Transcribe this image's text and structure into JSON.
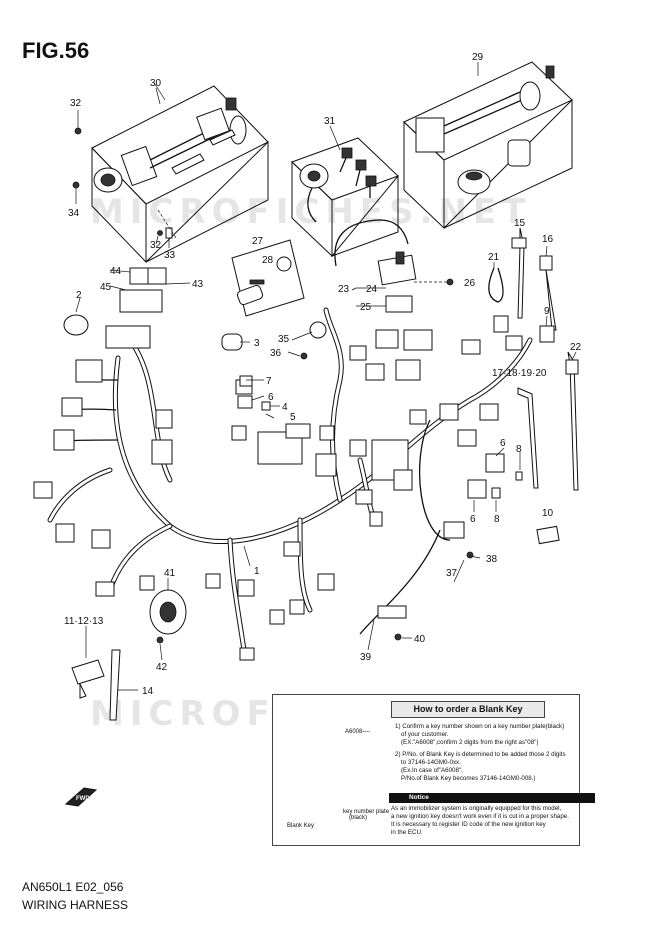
{
  "figure": {
    "title": "FIG.56"
  },
  "footer": {
    "code": "AN650L1 E02_056",
    "name": "WIRING HARNESS"
  },
  "watermark": {
    "text": "MICROFICHES.NET"
  },
  "callouts": [
    {
      "id": "c29",
      "text": "29"
    },
    {
      "id": "c30",
      "text": "30"
    },
    {
      "id": "c31",
      "text": "31"
    },
    {
      "id": "c32a",
      "text": "32"
    },
    {
      "id": "c32b",
      "text": "32"
    },
    {
      "id": "c33",
      "text": "33"
    },
    {
      "id": "c34",
      "text": "34"
    },
    {
      "id": "c15",
      "text": "15"
    },
    {
      "id": "c16",
      "text": "16"
    },
    {
      "id": "c21",
      "text": "21"
    },
    {
      "id": "c27",
      "text": "27"
    },
    {
      "id": "c28",
      "text": "28"
    },
    {
      "id": "c23",
      "text": "23"
    },
    {
      "id": "c24",
      "text": "24"
    },
    {
      "id": "c25",
      "text": "25"
    },
    {
      "id": "c26",
      "text": "26"
    },
    {
      "id": "c44",
      "text": "44"
    },
    {
      "id": "c45",
      "text": "45"
    },
    {
      "id": "c43",
      "text": "43"
    },
    {
      "id": "c2",
      "text": "2"
    },
    {
      "id": "c3",
      "text": "3"
    },
    {
      "id": "c35",
      "text": "35"
    },
    {
      "id": "c36",
      "text": "36"
    },
    {
      "id": "c9",
      "text": "9"
    },
    {
      "id": "c22",
      "text": "22"
    },
    {
      "id": "c7",
      "text": "7"
    },
    {
      "id": "c6a",
      "text": "6"
    },
    {
      "id": "c4",
      "text": "4"
    },
    {
      "id": "c5",
      "text": "5"
    },
    {
      "id": "c17",
      "text": "17·18·19·20"
    },
    {
      "id": "c6b",
      "text": "6"
    },
    {
      "id": "c8a",
      "text": "8"
    },
    {
      "id": "c6c",
      "text": "6"
    },
    {
      "id": "c8b",
      "text": "8"
    },
    {
      "id": "c10",
      "text": "10"
    },
    {
      "id": "c37",
      "text": "37"
    },
    {
      "id": "c38",
      "text": "38"
    },
    {
      "id": "c1",
      "text": "1"
    },
    {
      "id": "c41",
      "text": "41"
    },
    {
      "id": "c11",
      "text": "11·12·13"
    },
    {
      "id": "c40",
      "text": "40"
    },
    {
      "id": "c39",
      "text": "39"
    },
    {
      "id": "c42",
      "text": "42"
    },
    {
      "id": "c14",
      "text": "14"
    }
  ],
  "blank_key_box": {
    "title": "How to order a Blank Key",
    "step1": [
      "1) Confirm a key number shown on a key number plate(black)",
      "of your customer.",
      "(EX.\"A6008\",confirm 2 digits from the right as\"08\")"
    ],
    "step2": [
      "2) P/No. of Blank Key is determined to be added those 2 digits",
      "to 37146-14GM0-0xx.",
      "(Ex.In case of\"A6008\",",
      "P/No.of Blank Key becomes 37146-14GM0-008.)"
    ],
    "notice_label": "Notice",
    "notice": [
      "As an immobilizer system is originally equipped for this model,",
      "a new ignition key doesn't work even if it is cut in a proper shape.",
      "It is necessary to register ID code of the new ignition key",
      "in the ECU."
    ],
    "plate_text": "A6008----",
    "label_blank_key": "Blank Key",
    "label_plate": [
      "key number plate",
      "(black)"
    ]
  },
  "fwd_label": "FWD"
}
